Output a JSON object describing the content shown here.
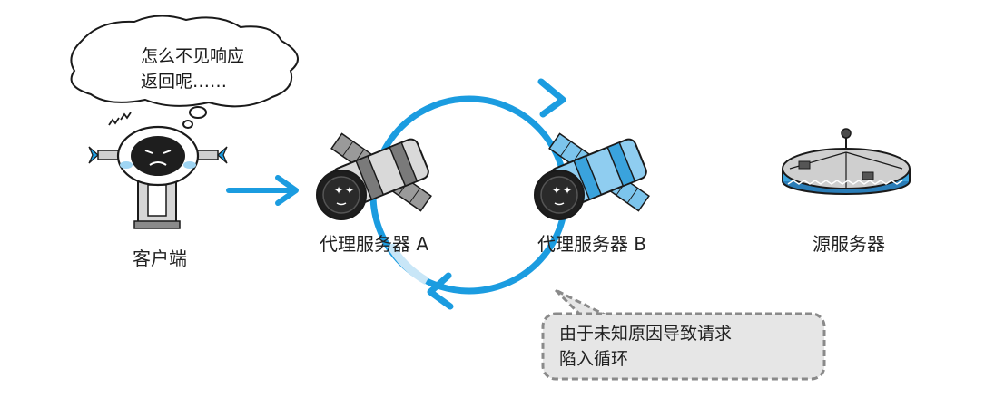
{
  "client": {
    "label": "客户端",
    "thought_line1": "怎么不见响应",
    "thought_line2": "返回呢……"
  },
  "proxy_a": {
    "label": "代理服务器 A"
  },
  "proxy_b": {
    "label": "代理服务器 B"
  },
  "origin": {
    "label": "源服务器"
  },
  "loop_note": {
    "line1": "由于未知原因导致请求",
    "line2": "陷入循环"
  },
  "colors": {
    "arrow_blue": "#1b9ce0",
    "proxy_b_blue": "#3aa3dd",
    "grey": "#8a8a8a",
    "dark": "#1e1e1e"
  }
}
